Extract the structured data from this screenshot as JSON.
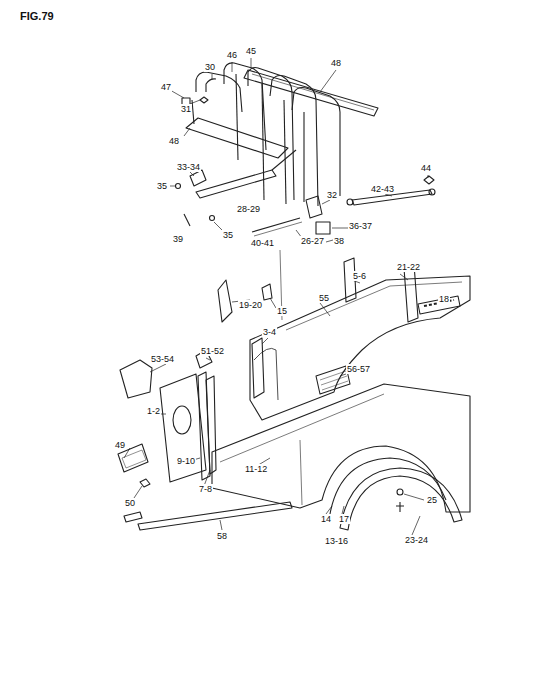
{
  "diagram": {
    "title": "FIG.79",
    "labels": [
      "47",
      "31",
      "30",
      "46",
      "45",
      "48",
      "48",
      "33-34",
      "35",
      "39",
      "35",
      "28-29",
      "42-43",
      "44",
      "32",
      "36-37",
      "38",
      "26-27",
      "40-41",
      "5-6",
      "21-22",
      "18",
      "19-20",
      "15",
      "55",
      "3-4",
      "51-52",
      "53-54",
      "56-57",
      "1-2",
      "49",
      "9-10",
      "7-8",
      "11-12",
      "50",
      "25",
      "14",
      "17",
      "13-16",
      "23-24",
      "58"
    ]
  }
}
